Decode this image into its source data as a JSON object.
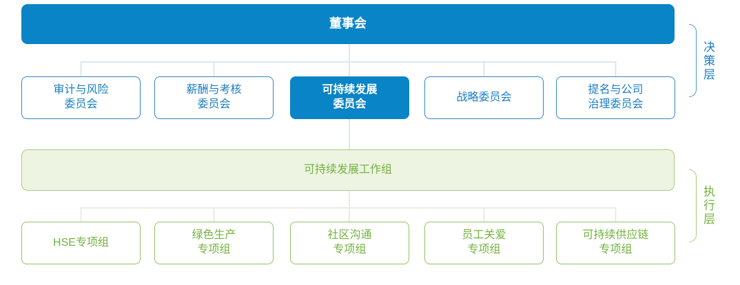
{
  "org": {
    "root_label": "董事会",
    "committees": [
      {
        "label": "审计与风险\n委员会",
        "highlighted": false
      },
      {
        "label": "薪酬与考核\n委员会",
        "highlighted": false
      },
      {
        "label": "可持续发展\n委员会",
        "highlighted": true
      },
      {
        "label": "战略委员会",
        "highlighted": false
      },
      {
        "label": "提名与公司\n治理委员会",
        "highlighted": false
      }
    ],
    "working_group_label": "可持续发展工作组",
    "task_groups": [
      {
        "label": "HSE专项组"
      },
      {
        "label": "绿色生产\n专项组"
      },
      {
        "label": "社区沟通\n专项组"
      },
      {
        "label": "员工关爱\n专项组"
      },
      {
        "label": "可持续供应链\n专项组"
      }
    ],
    "layers": {
      "decision": "决策层",
      "execution": "执行层"
    }
  },
  "colors": {
    "blue_fill": "#0984c6",
    "blue_border": "#2e86c0",
    "blue_text": "#1b7ec0",
    "green_fill": "#edf4e2",
    "green_band_border": "#a9cb7d",
    "green_border": "#90c263",
    "green_text": "#74b23f",
    "connector_blue": "#d9e7f1",
    "connector_green": "#e9ece1",
    "bracket_blue": "#4a97ca",
    "bracket_green": "#a6cb7e"
  }
}
